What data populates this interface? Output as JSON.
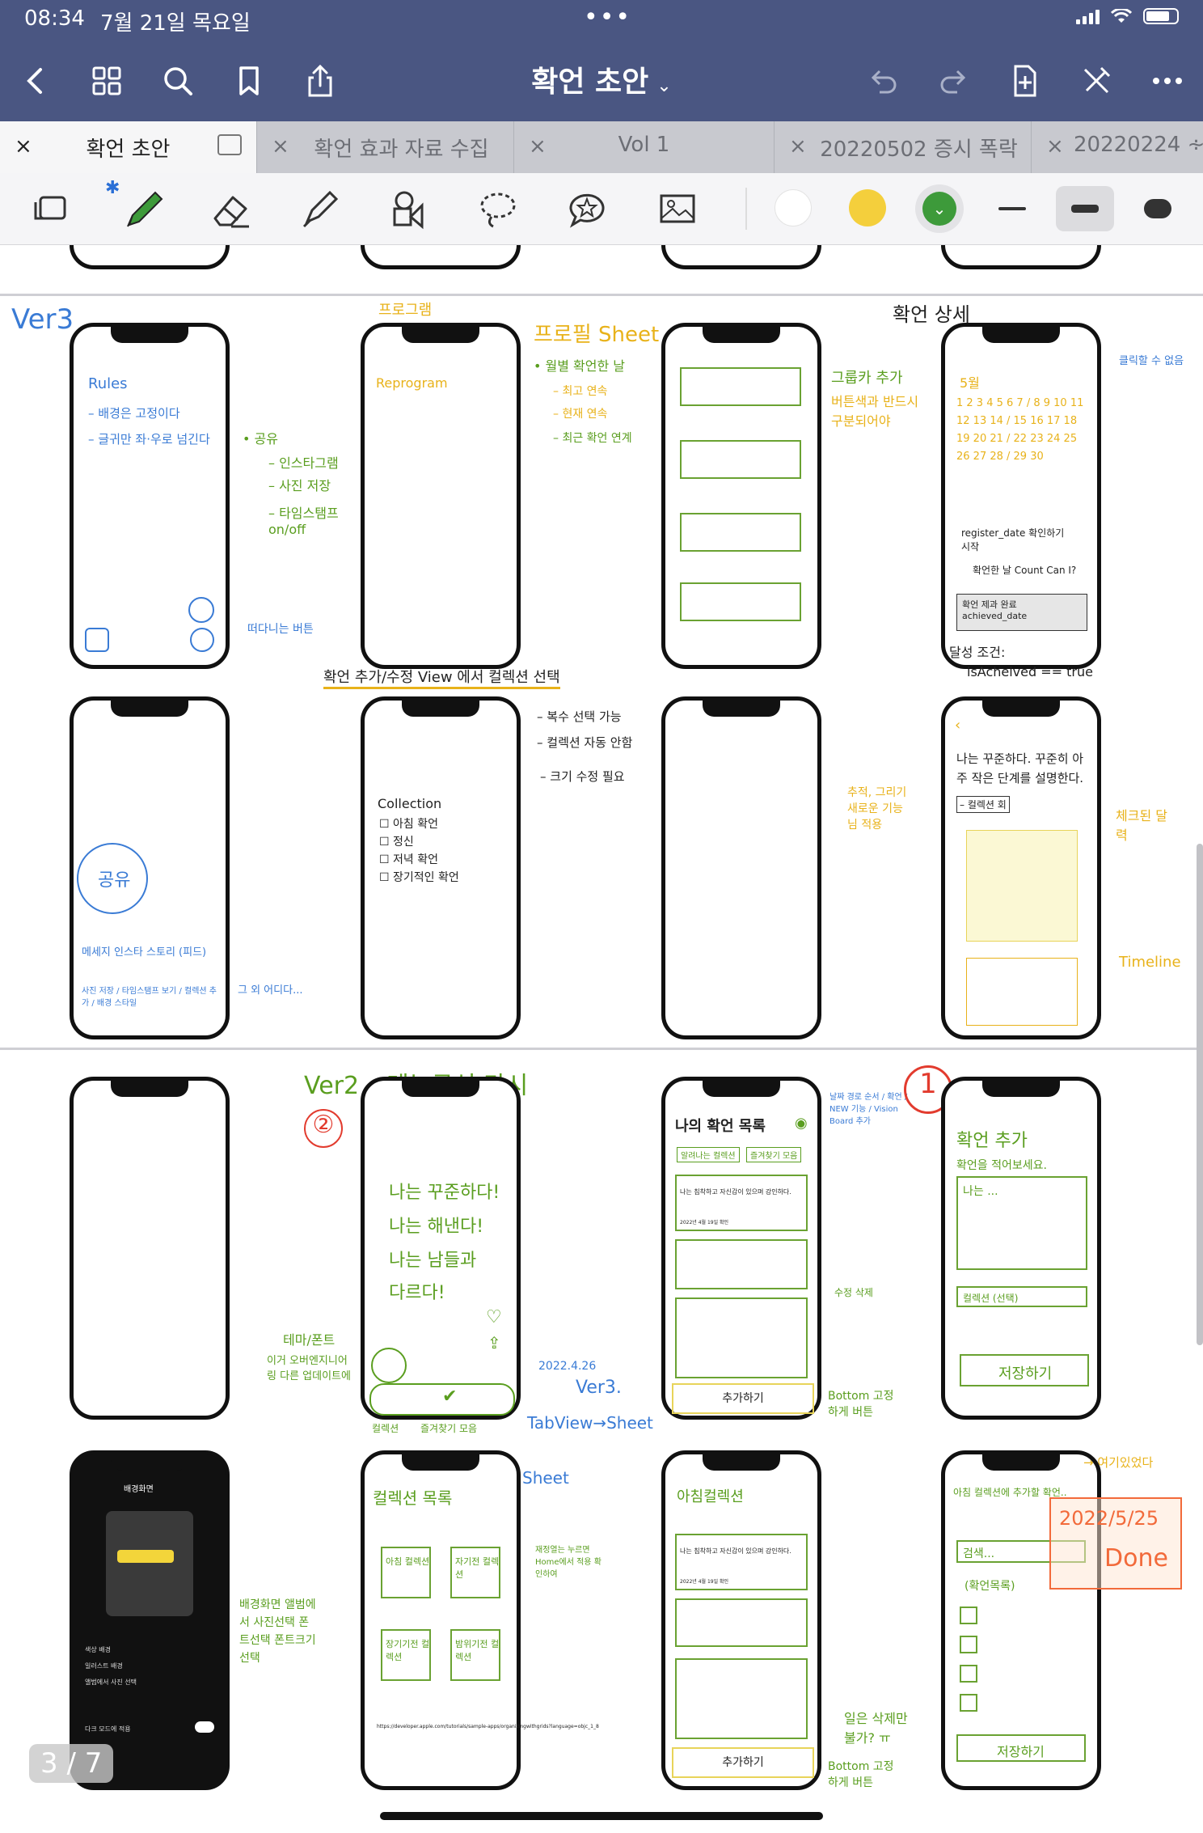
{
  "status_bar": {
    "time": "08:34",
    "date": "7월 21일 목요일",
    "dots": "•••"
  },
  "nav": {
    "title": "확언 초안",
    "title_chevron": "⌄",
    "icons": [
      "back-icon",
      "grid-icon",
      "search-icon",
      "bookmark-icon",
      "share-icon",
      "undo-icon",
      "redo-icon",
      "add-page-icon",
      "pen-off-icon",
      "more-icon"
    ]
  },
  "tabs": [
    {
      "label": "확언 초안",
      "close": "×",
      "active": true
    },
    {
      "label": "확언 효과 자료 수집",
      "close": "×",
      "active": false
    },
    {
      "label": "Vol 1",
      "close": "×",
      "active": false
    },
    {
      "label": "20220502 증시 폭락",
      "close": "×",
      "active": false
    },
    {
      "label": "20220224 ∻",
      "close": "×",
      "active": false
    }
  ],
  "toolbar": {
    "tools": [
      "rotate-view-icon",
      "pen-icon",
      "eraser-icon",
      "highlighter-icon",
      "shapes-icon",
      "lasso-icon",
      "sticker-icon",
      "image-icon"
    ],
    "bluetooth": "✱",
    "colors": [
      "#ffffff",
      "#f4cf3c",
      "#3d9a3a"
    ],
    "selected_color": "#3d9a3a",
    "selected_stroke": "medium"
  },
  "sketch": {
    "ver3": "Ver3",
    "rules_title": "Rules",
    "rules_1": "– 배경은 고정이다",
    "rules_2": "– 글귀만 좌·우로 넘긴다",
    "share_title": "• 공유",
    "share_1": "– 인스타그램",
    "share_2": "– 사진 저장",
    "share_3": "– 타임스탬프 on/off",
    "floating_btn": "떠다니는 버튼",
    "program_header": "프로그램",
    "reprogram": "Reprogram",
    "profile_sheet": "프로필 Sheet",
    "profile_1": "• 월별 확언한 날",
    "profile_2": "– 최고 연속",
    "profile_3": "– 현재 연속",
    "profile_4": "– 최근 확언 연계",
    "group_add": "그룹카 추가",
    "group_note": "버튼색과 반드시 구분되어야",
    "detail_title": "확언 상세",
    "detail_note": "클릭할 수 없음",
    "month": "5월",
    "cal": "1 2 3 4 5 6 7 / 8 9 10 11 12 13 14 / 15 16 17 18 19 20 21 / 22 23 24 25 26 27 28 / 29 30",
    "register_date": "register_date 확인하기 시작",
    "count": "확언한 날 Count Can I?",
    "achieved": "확언 제과 완료 achieved_date",
    "cond": "달성 조건:",
    "is_achieved": "isAcheived == true",
    "collection_select": "확언 추가/수정 View 에서 컬렉션 선택",
    "multi_select": "– 복수 선택 가능",
    "no_autosort": "– 컬렉션 자동 안함",
    "fix_needed": "– 크기 수정 필요",
    "collection": "Collection",
    "coll_1": "아침 확언",
    "coll_2": "정신",
    "coll_3": "저녁 확언",
    "coll_4": "장기적인 확언",
    "share_circle": "공유",
    "share_row": "메세지 인스타 스토리 (피드)",
    "share_row2": "사진 저장 / 타임스탬프 보기 / 컬렉션 추가 / 배경 스타일",
    "etc": "그 외 어디다...",
    "affirm_quote": "나는 꾸준하다. 꾸준히 아주 작은 단계를 설명한다.",
    "side_note": "추적, 그리기 새로운 기능님 적용",
    "collection_tag": "– 컬렉션 회",
    "highlight": "체크된 달력",
    "timeline": "Timeline",
    "ver2": "Ver2 – 메뉴구성 다시",
    "affirm_big_1": "나는 꾸준하다!",
    "affirm_big_2": "나는 해낸다!",
    "affirm_big_3": "나는 남들과",
    "affirm_big_4": "다르다!",
    "theme_font": "테마/폰트",
    "theme_note": "이거 오버엔지니어링 다른 업데이트에",
    "collection_lbl": "컬렉션",
    "favorites": "즐겨찾기 모음",
    "date_note": "2022.4.26",
    "ver3_tab": "Ver3.",
    "tabview_sheet": "TabView→Sheet",
    "sheet": "Sheet",
    "my_list": "나의 확언 목록",
    "chip_1": "알려나는 컬렉션",
    "chip_2": "즐겨찾기 모음",
    "card_text": "나는 침착하고 자신감이 있으며 강인하다.",
    "card_date": "2022년 4월 19일 확인",
    "add_btn": "추가하기",
    "right_notes": "날짜 경로 순서 / 확언 / NEW 기능 / Vision Board 추가",
    "edit_delete": "수정 삭제",
    "bottom_fixed": "Bottom 고정하게 버튼",
    "affirm_add": "확언 추가",
    "input_label": "확언을 적어보세요.",
    "input_ph": "나는 ...",
    "collection_pick": "컬렉션 (선택)",
    "save": "저장하기",
    "coll_list_title": "컬렉션 목록",
    "coll_morning": "아침 컬렉션",
    "coll_sleep": "자기전 컬렉션",
    "coll_long": "장기기전 컬렉션",
    "coll_weekly": "밤위기전 컬렉션",
    "move_hint": "재정열는 누르면 Home에서 적용 확인하여",
    "menu_hint": "배경화면 앨범에서 사진선택 폰트선택 폰트크기선택",
    "url": "https://developer.apple.com/tutorials/sample-apps/organizingwithgrids?language=objc_1_8",
    "morning_title": "아침컬렉션",
    "delete_note": "일은 삭제만 불가? ㅠ",
    "coll_add_title": "아침 컬렉션에 추가할 확언..",
    "search_ph": "검색...",
    "list_label": "(확언목록)",
    "stamp_date": "2022/5/25",
    "stamp_done": "Done",
    "in_progress": "→ 여기있었다",
    "dark_title": "배경화면",
    "dark_1": "색상 배경",
    "dark_2": "일러스트 배경",
    "dark_3": "앨범에서 사진 선택",
    "dark_4": "다크 모드에 적용"
  },
  "page_indicator": "3 / 7"
}
